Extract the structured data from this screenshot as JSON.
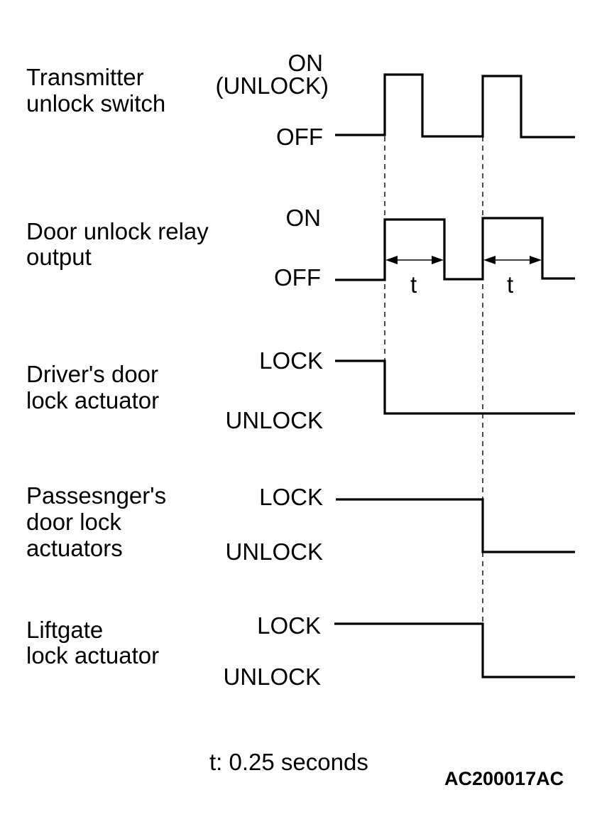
{
  "signals": [
    {
      "name_lines": [
        "Transmitter",
        "unlock switch"
      ],
      "high_label_lines": [
        "ON",
        "(UNLOCK)"
      ],
      "low_label": "OFF"
    },
    {
      "name_lines": [
        "Door unlock relay",
        "output"
      ],
      "high_label_lines": [
        "ON"
      ],
      "low_label": "OFF"
    },
    {
      "name_lines": [
        "Driver's door",
        "lock actuator"
      ],
      "high_label_lines": [
        "LOCK"
      ],
      "low_label": "UNLOCK"
    },
    {
      "name_lines": [
        "Passesnger's",
        "door lock",
        "actuators"
      ],
      "high_label_lines": [
        "LOCK"
      ],
      "low_label": "UNLOCK"
    },
    {
      "name_lines": [
        "Liftgate",
        "lock actuator"
      ],
      "high_label_lines": [
        "LOCK"
      ],
      "low_label": "UNLOCK"
    }
  ],
  "pulse_duration_label": "t",
  "note": "t: 0.25 seconds",
  "figure_code": "AC200017AC"
}
